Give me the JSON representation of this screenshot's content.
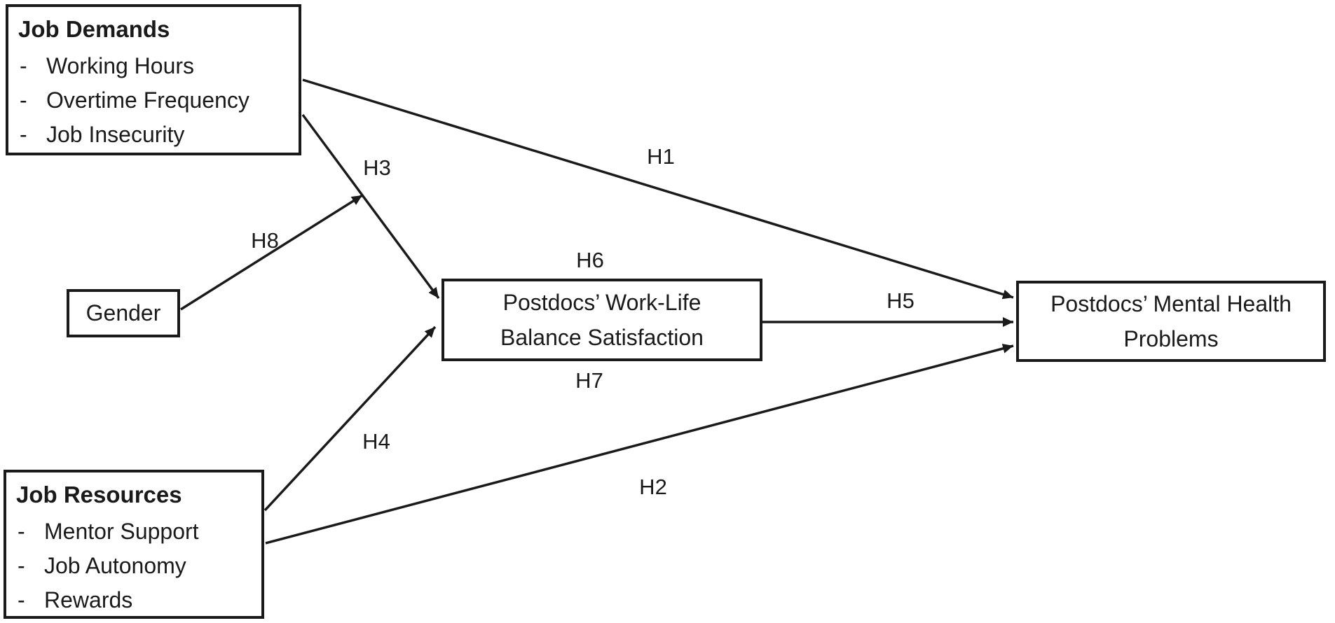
{
  "diagram": {
    "nodes": {
      "job_demands": {
        "title": "Job Demands",
        "items": [
          "Working Hours",
          "Overtime Frequency",
          "Job Insecurity"
        ]
      },
      "gender": {
        "title": "Gender"
      },
      "job_resources": {
        "title": "Job Resources",
        "items": [
          "Mentor Support",
          "Job Autonomy",
          "Rewards"
        ]
      },
      "work_life_balance": {
        "line1": "Postdocs’ Work-Life",
        "line2": "Balance Satisfaction"
      },
      "mental_health": {
        "line1": "Postdocs’ Mental Health",
        "line2": "Problems"
      }
    },
    "bullet": "-",
    "edges": {
      "h1": {
        "label": "H1",
        "from": "job_demands",
        "to": "mental_health"
      },
      "h2": {
        "label": "H2",
        "from": "job_resources",
        "to": "mental_health"
      },
      "h3": {
        "label": "H3",
        "from": "job_demands",
        "to": "work_life_balance"
      },
      "h4": {
        "label": "H4",
        "from": "job_resources",
        "to": "work_life_balance"
      },
      "h5": {
        "label": "H5",
        "from": "work_life_balance",
        "to": "mental_health"
      },
      "h6": {
        "label": "H6",
        "position": "above work_life_balance"
      },
      "h7": {
        "label": "H7",
        "position": "below work_life_balance"
      },
      "h8": {
        "label": "H8",
        "from": "gender",
        "to": "h3 path"
      }
    },
    "colors": {
      "ink": "#1a1a1a",
      "background": "#ffffff"
    }
  }
}
